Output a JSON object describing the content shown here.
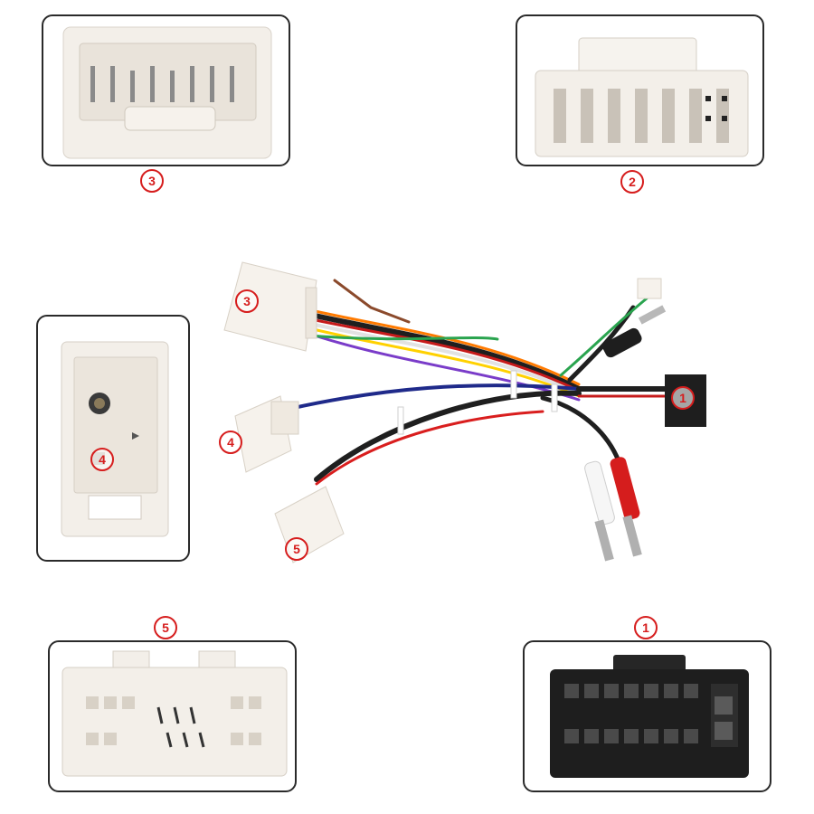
{
  "colors": {
    "badge_red": "#d61d1d",
    "connector_white": "#f3efe9",
    "connector_black": "#1e1e1e",
    "panel_border": "#2a2a2a"
  },
  "panels": [
    {
      "id": "top-left",
      "label": "3"
    },
    {
      "id": "top-right",
      "label": "2"
    },
    {
      "id": "middle-left",
      "label": "4"
    },
    {
      "id": "bottom-left",
      "label": "5"
    },
    {
      "id": "bottom-right",
      "label": "1"
    }
  ],
  "harness": {
    "connector_labels": [
      "3",
      "4",
      "5",
      "1"
    ]
  }
}
